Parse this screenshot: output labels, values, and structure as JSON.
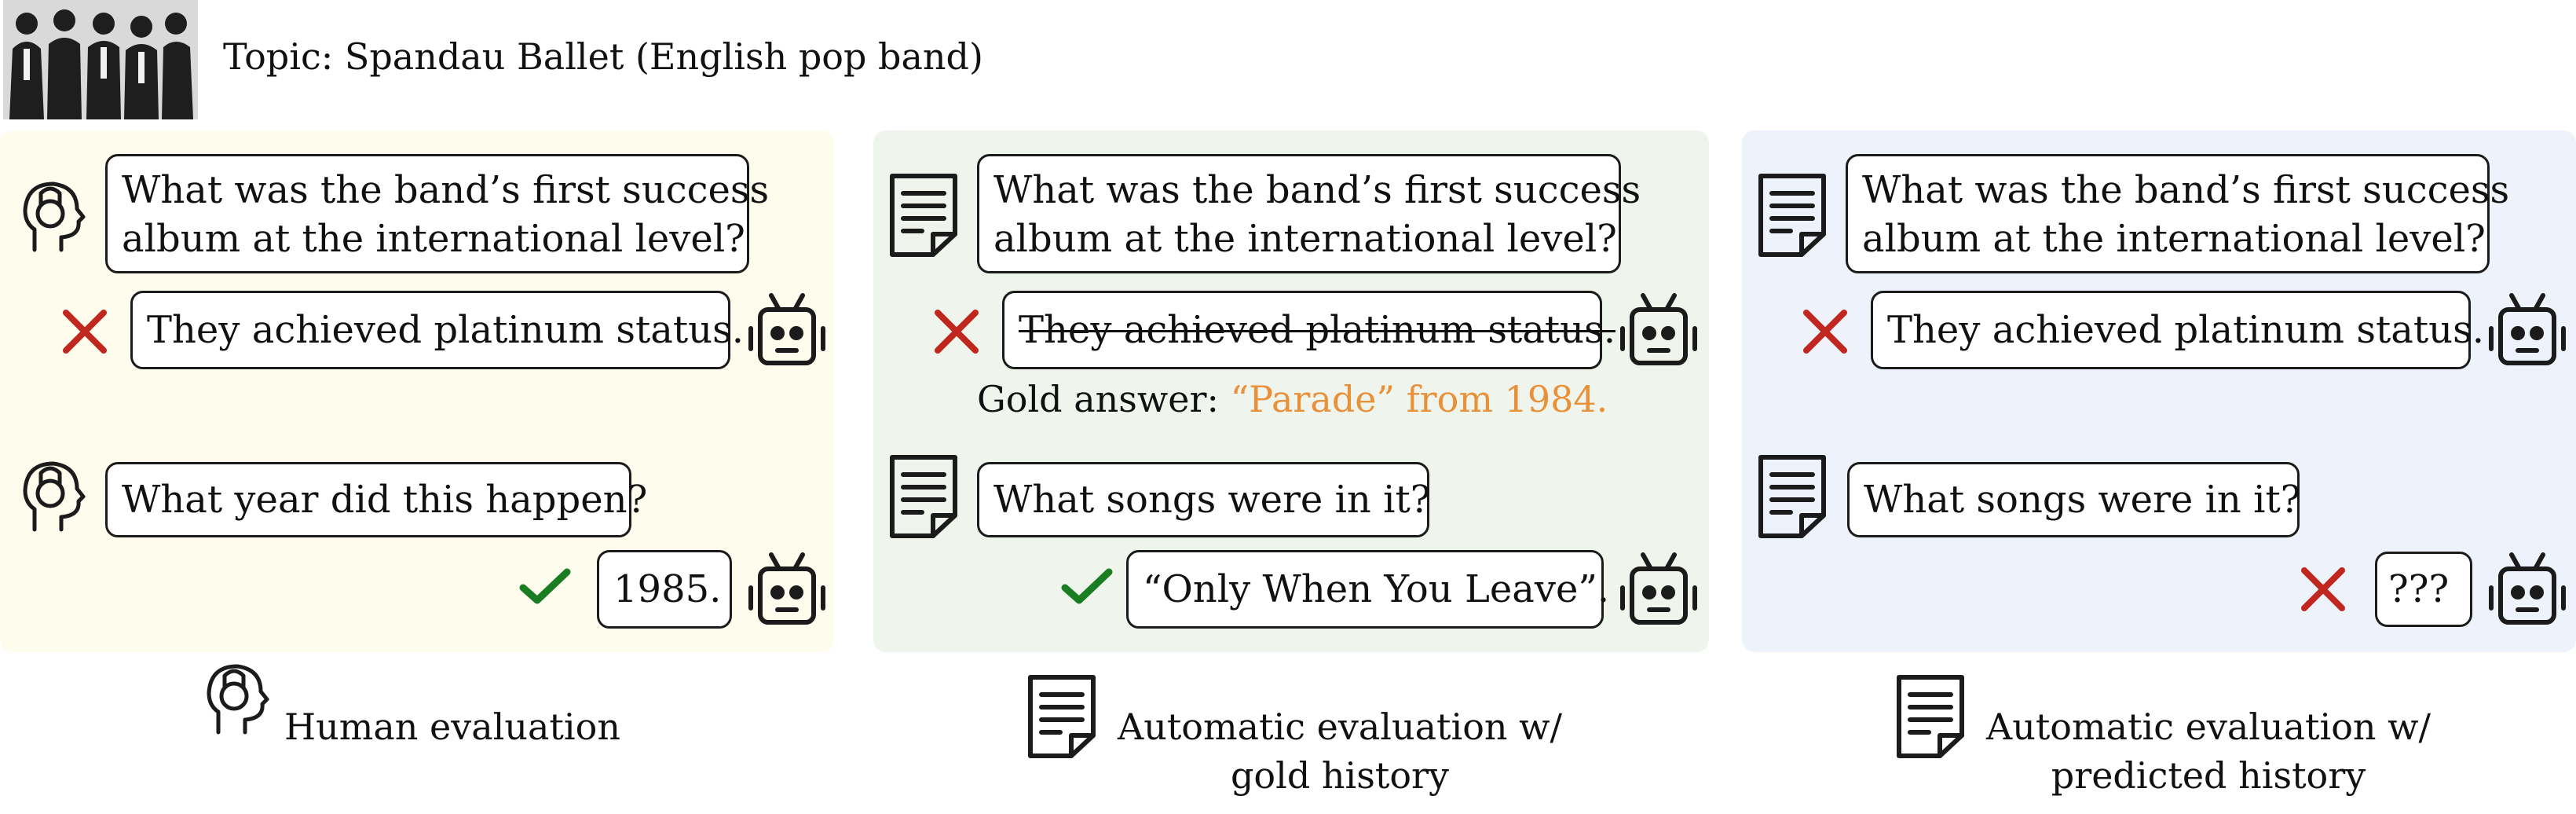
{
  "header": {
    "topic": "Topic: Spandau Ballet (English pop band)"
  },
  "panels": {
    "human": {
      "q1": [
        "What was the band’s first success",
        "album at the international level?"
      ],
      "a1": "They achieved platinum status.",
      "q2": "What year did this happen?",
      "a2": "1985."
    },
    "gold": {
      "q1": [
        "What was the band’s first success",
        "album at the international level?"
      ],
      "a1": "They achieved platinum status.",
      "gold_label": "Gold answer: ",
      "gold_value": "“Parade” from 1984.",
      "q2": "What songs were in it?",
      "a2": "“Only When You Leave”."
    },
    "pred": {
      "q1": [
        "What was the band’s first success",
        "album at the international level?"
      ],
      "a1": "They achieved platinum status.",
      "q2": "What songs were in it?",
      "a2": "???"
    }
  },
  "captions": {
    "human": "Human evaluation",
    "gold": [
      "Automatic evaluation w/",
      "gold history"
    ],
    "pred": [
      "Automatic evaluation w/",
      "predicted history"
    ]
  },
  "colors": {
    "incorrect": "#c0271f",
    "correct": "#1a7d22",
    "gold_answer": "#e8913a"
  },
  "icons": [
    "human-head-icon",
    "document-icon",
    "robot-icon",
    "cross-icon",
    "check-icon"
  ]
}
